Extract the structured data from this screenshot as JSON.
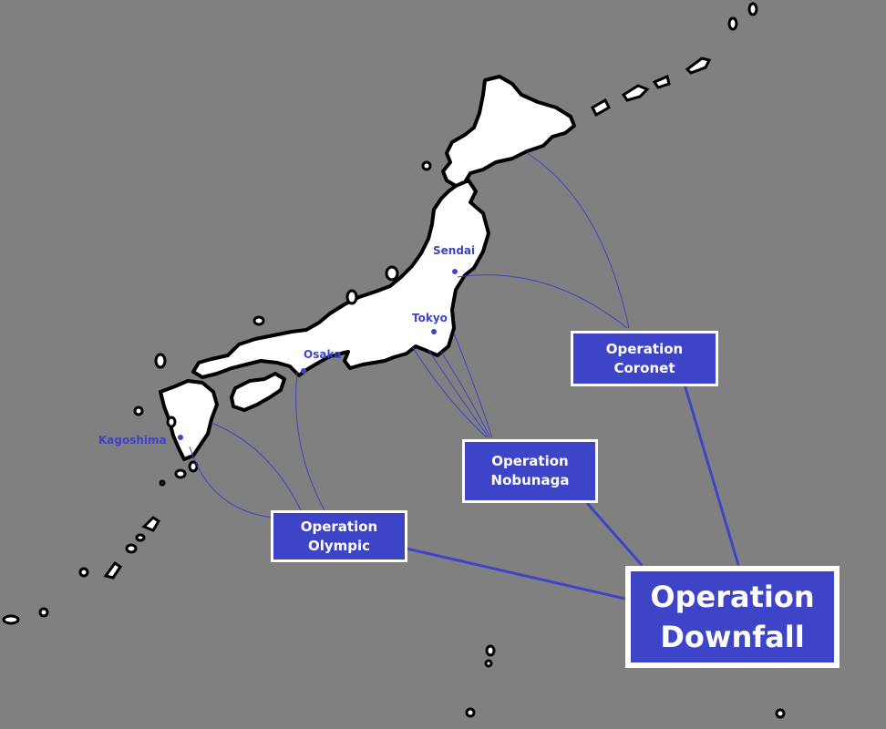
{
  "map": {
    "cities": [
      {
        "id": "sendai",
        "name": "Sendai"
      },
      {
        "id": "tokyo",
        "name": "Tokyo"
      },
      {
        "id": "osaka",
        "name": "Osaka"
      },
      {
        "id": "kagoshima",
        "name": "Kagoshima"
      }
    ],
    "operations": {
      "coronet": {
        "line1": "Operation",
        "line2": "Coronet"
      },
      "nobunaga": {
        "line1": "Operation",
        "line2": "Nobunaga"
      },
      "olympic": {
        "line1": "Operation",
        "line2": "Olympic"
      },
      "downfall": {
        "line1": "Operation",
        "line2": "Downfall"
      }
    },
    "colors": {
      "background": "#808080",
      "accent": "#3d44c8",
      "land": "#ffffff",
      "coast": "#000000"
    }
  }
}
